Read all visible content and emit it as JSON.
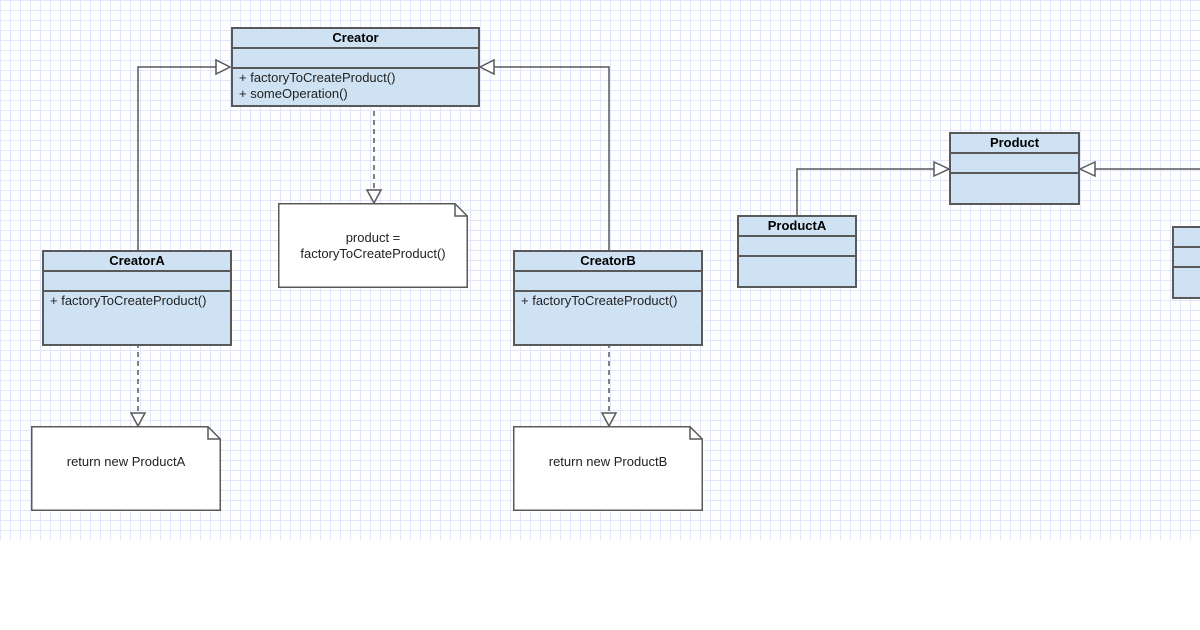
{
  "classes": {
    "creator": {
      "name": "Creator",
      "operations": [
        "+ factoryToCreateProduct()",
        "+ someOperation()"
      ]
    },
    "creator_a": {
      "name": "CreatorA",
      "operations": [
        "+ factoryToCreateProduct()"
      ]
    },
    "creator_b": {
      "name": "CreatorB",
      "operations": [
        "+ factoryToCreateProduct()"
      ]
    },
    "product": {
      "name": "Product"
    },
    "product_a": {
      "name": "ProductA"
    }
  },
  "notes": {
    "some_operation": "product =\nfactoryToCreateProduct()",
    "creator_a_impl": "return new ProductA",
    "creator_b_impl": "return new ProductB"
  },
  "colors": {
    "class_fill": "#cfe2f3",
    "border": "#595959",
    "grid": "#e2e6fb",
    "canvas": "#ffffff"
  }
}
